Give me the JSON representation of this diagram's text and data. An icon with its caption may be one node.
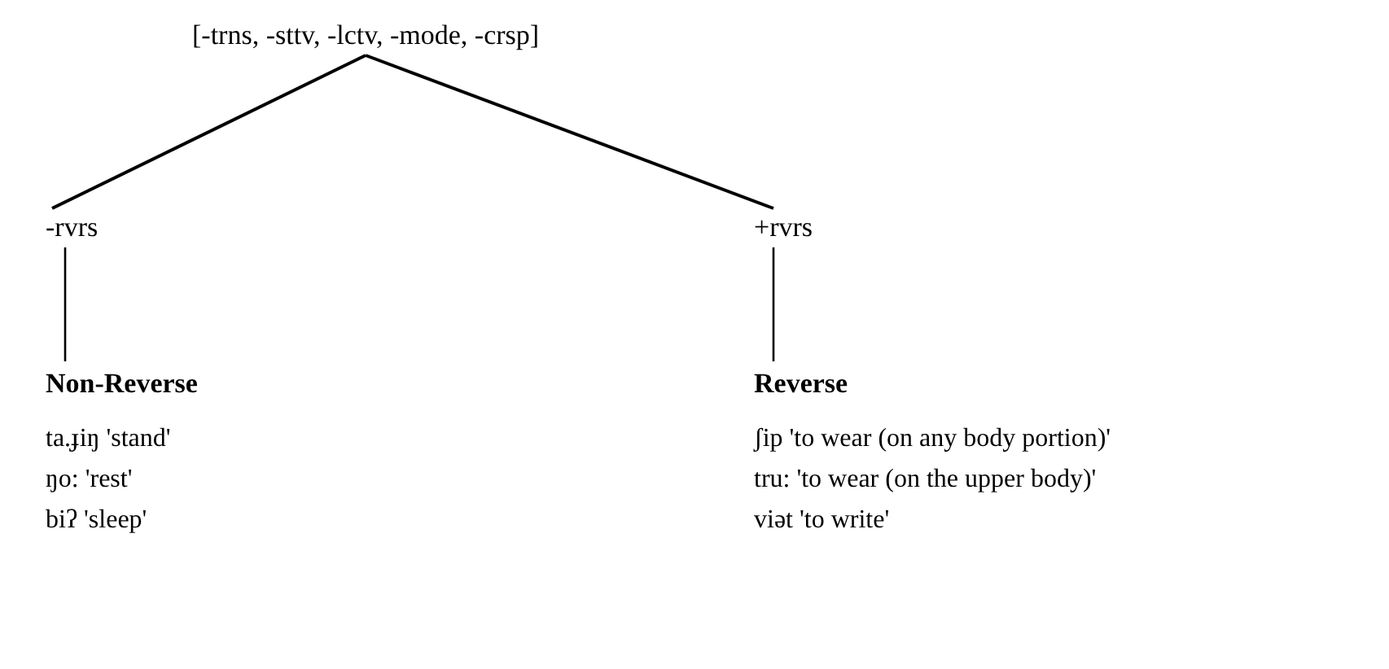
{
  "diagram": {
    "nodes": [
      {
        "text": [
          "[-trns, -sttv, -lctv, -mode, -crsp]"
        ]
      },
      {
        "text": [
          "-rvrs"
        ]
      },
      {
        "text": [
          "+rvrs"
        ]
      },
      {
        "text": [
          "Non-Reverse"
        ]
      },
      {
        "text": [
          "Reverse"
        ]
      }
    ],
    "edges": [
      {
        "from": 0,
        "to": 1,
        "arrow": "none"
      },
      {
        "from": 0,
        "to": 2,
        "arrow": "none"
      },
      {
        "from": 1,
        "to": 3,
        "arrow": "none"
      },
      {
        "from": 2,
        "to": 4,
        "arrow": "none"
      }
    ],
    "labels": [
      "ta.ɟiŋ 'stand'",
      "ʃip 'to wear (on any body portion)'",
      "ŋo: 'rest'",
      "tru: 'to wear (on the upper body)'",
      "biʔ 'sleep'",
      "viət 'to write'"
    ]
  }
}
